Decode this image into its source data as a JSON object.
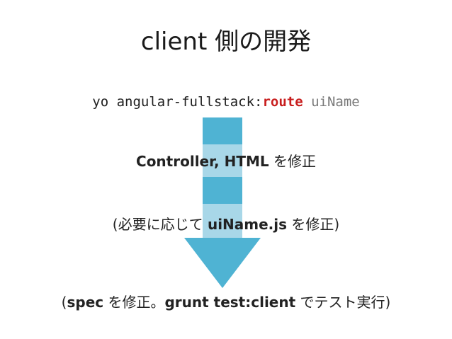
{
  "slide": {
    "title": "client 側の開発",
    "command": {
      "prefix": "yo angular-fullstack:",
      "subcommand": "route",
      "argument": " uiName"
    },
    "step1": {
      "bold": "Controller, HTML",
      "rest": " を修正"
    },
    "step2": {
      "open": "(必要に応じて ",
      "bold": "uiName.js",
      "rest": " を修正)"
    },
    "step3": {
      "open": "(",
      "bold1": "spec",
      "mid": " を修正。",
      "bold2": "grunt test:client",
      "rest": " でテスト実行)"
    },
    "colors": {
      "arrow": "#4fb3d3",
      "arrow_stripe": "#a8d7e8",
      "route": "#c81e1e",
      "argument": "#7a7a7a"
    },
    "icons": [
      "down-arrow-icon"
    ]
  }
}
